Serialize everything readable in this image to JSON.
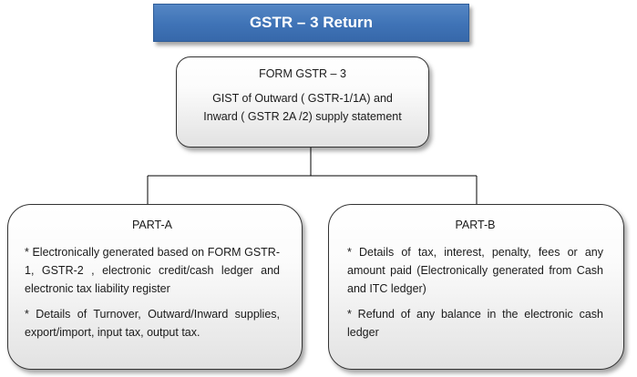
{
  "title": "GSTR – 3 Return",
  "root": {
    "heading": "FORM GSTR – 3",
    "line1": "GIST of Outward ( GSTR-1/1A) and",
    "line2": "Inward ( GSTR 2A /2) supply statement"
  },
  "part_a": {
    "heading": "PART-A",
    "items": [
      "* Electronically generated based on FORM GSTR-1, GSTR-2 , electronic credit/cash ledger and electronic tax liability register",
      "* Details of Turnover, Outward/Inward supplies, export/import, input tax, output tax."
    ]
  },
  "part_b": {
    "heading": "PART-B",
    "items": [
      "* Details of tax, interest, penalty, fees or any amount paid (Electronically generated from Cash and ITC ledger)",
      "* Refund of any balance in the electronic cash ledger"
    ]
  },
  "colors": {
    "title_fill": "#4a7ebf",
    "title_text": "#ffffff",
    "node_border": "#333333",
    "connector": "#000000"
  }
}
